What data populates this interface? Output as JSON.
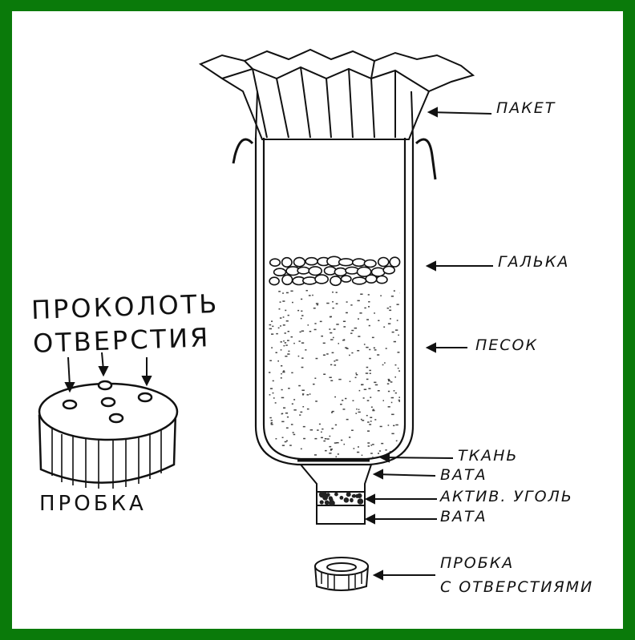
{
  "labels": {
    "paket": "ПАКЕТ",
    "galka": "ГАЛЬКА",
    "pesok": "ПЕСОК",
    "tkan": "ТКАНЬ",
    "vata_top": "ВАТА",
    "activ_coal": "АКТИВ. УГОЛЬ",
    "vata_bottom": "ВАТА",
    "probka_holes_line1": "ПРОБКА",
    "probka_holes_line2": "С ОТВЕРСТИЯМИ",
    "pierce_line1": "ПРОКОЛОТЬ",
    "pierce_line2": "ОТВЕРСТИЯ",
    "probka": "ПРОБКА"
  },
  "colors": {
    "border": "#0a7a0a",
    "background": "#ffffff",
    "ink": "#111111"
  }
}
